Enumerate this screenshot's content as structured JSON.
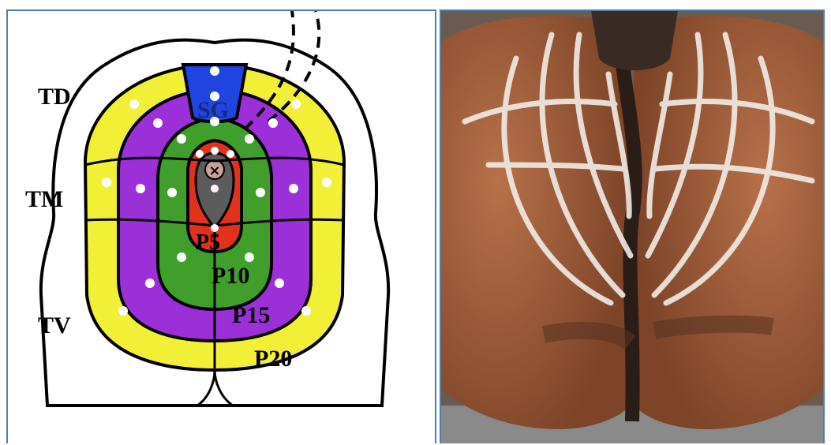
{
  "diagram": {
    "labels": {
      "td": "TD",
      "tm": "TM",
      "tv": "TV",
      "sg": "SG",
      "p5": "P5",
      "p10": "P10",
      "p15": "P15",
      "p20": "P20"
    },
    "colors": {
      "yellow_zone": "#f2f036",
      "purple_zone": "#9b2fd8",
      "green_zone": "#3f9f2a",
      "red_zone": "#e3321c",
      "blue_zone": "#1f44e0",
      "center_gray": "#5c5c5c",
      "outline": "#000000",
      "panel_border": "#4f7fa8"
    }
  },
  "photo": {
    "description_icon": "horse-hindquarters-photo"
  }
}
